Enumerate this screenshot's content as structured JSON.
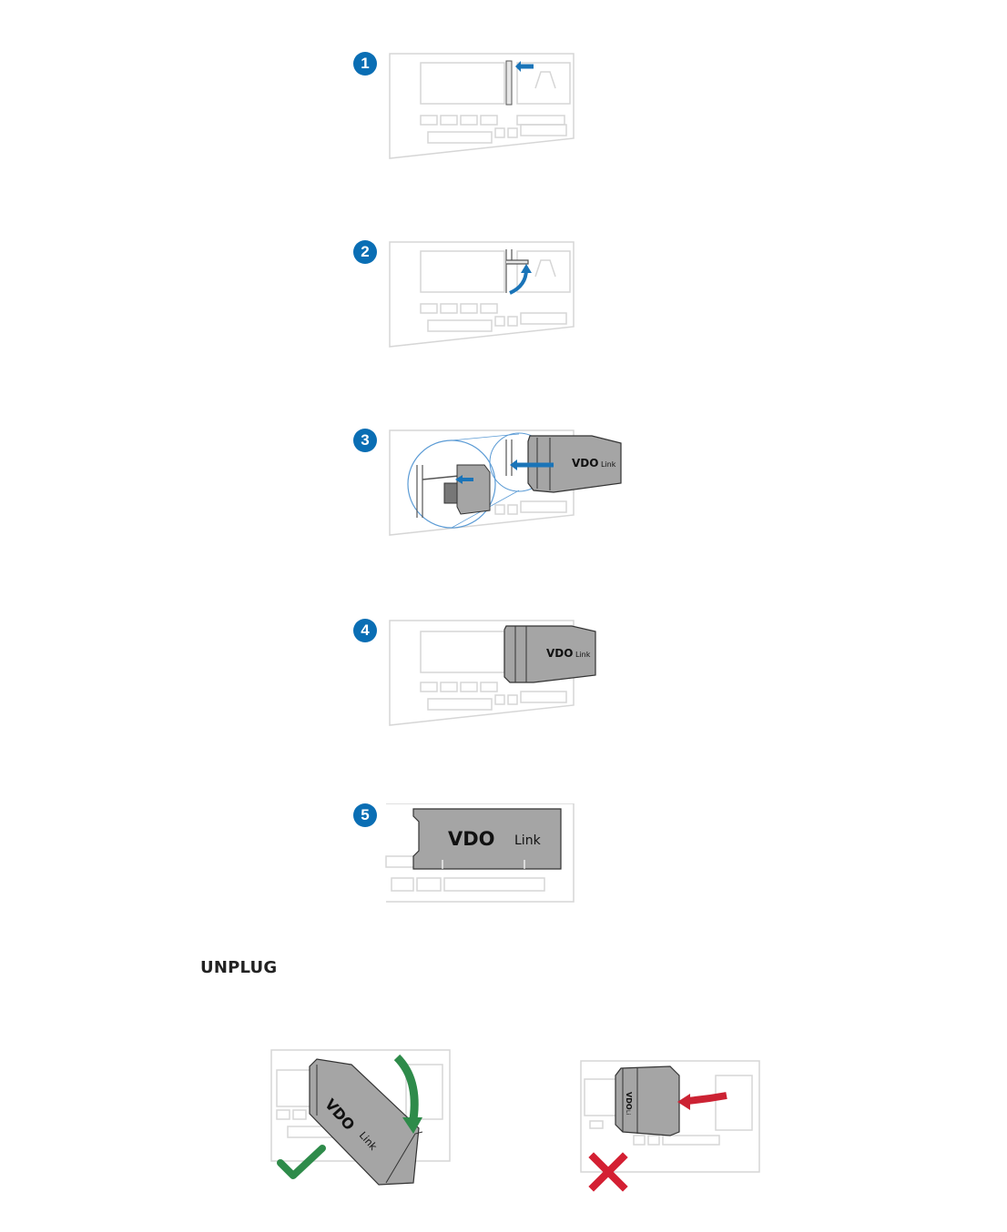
{
  "colors": {
    "badge": "#0a6eb4",
    "arrow_blue": "#1a74b8",
    "device_outline": "#d6d6d6",
    "dongle_fill": "#a5a5a5",
    "dongle_stroke": "#333333",
    "check_green": "#2e8b4a",
    "arrow_green": "#2e8b4a",
    "cross_red": "#d42033",
    "arrow_red": "#cc2233"
  },
  "steps": [
    {
      "number": "1",
      "label_brand": "",
      "label_suffix": ""
    },
    {
      "number": "2",
      "label_brand": "",
      "label_suffix": ""
    },
    {
      "number": "3",
      "label_brand": "VDO",
      "label_suffix": "Link"
    },
    {
      "number": "4",
      "label_brand": "VDO",
      "label_suffix": "Link"
    },
    {
      "number": "5",
      "label_brand": "VDO",
      "label_suffix": "Link"
    }
  ],
  "unplug": {
    "title": "UNPLUG",
    "correct": {
      "brand": "VDO",
      "suffix": "Link",
      "icon": "check-icon"
    },
    "wrong": {
      "brand": "VDO",
      "suffix": "Li",
      "icon": "cross-icon"
    }
  }
}
